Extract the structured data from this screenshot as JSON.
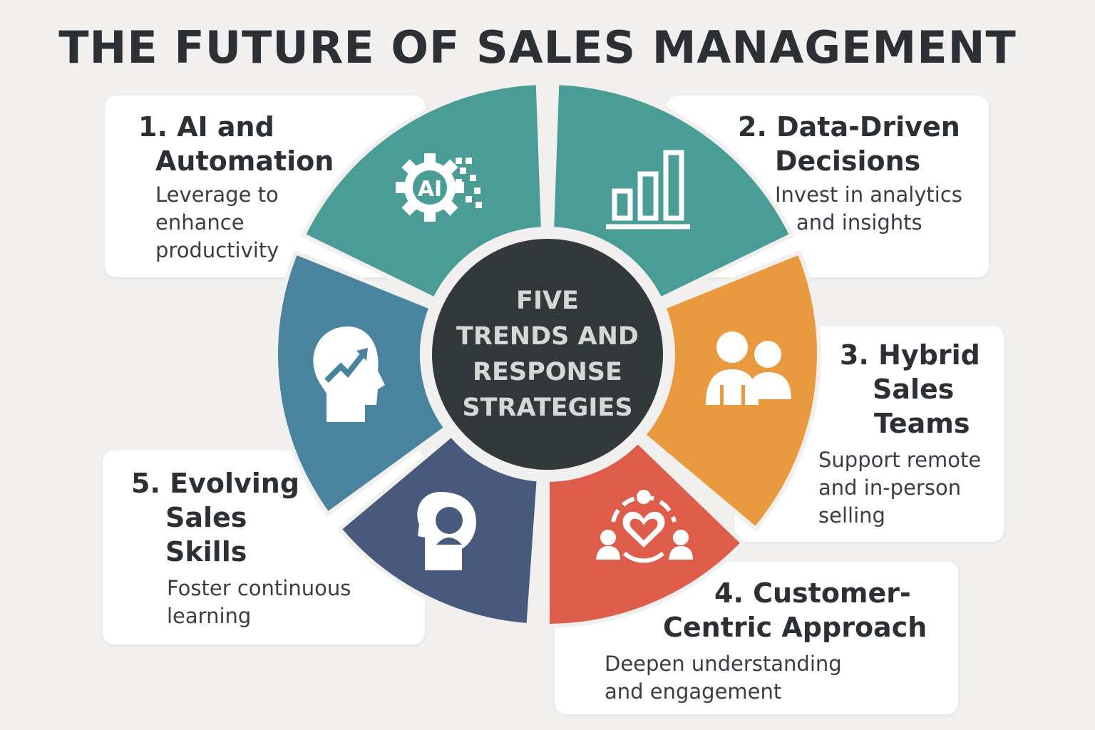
{
  "title": "THE FUTURE OF SALES MANAGEMENT",
  "center": {
    "lines": [
      "FIVE",
      "TRENDS AND",
      "RESPONSE",
      "STRATEGIES"
    ]
  },
  "trends": [
    {
      "title_lines": [
        "1. AI and",
        "Automation"
      ],
      "desc_lines": [
        "Leverage to",
        "enhance",
        "productivity"
      ],
      "icon": "ai-gear-icon",
      "icon_text": "AI",
      "color": "#4a9d96"
    },
    {
      "title_lines": [
        "2. Data-Driven",
        "Decisions"
      ],
      "desc_lines": [
        "Invest in analytics",
        "and insights"
      ],
      "icon": "bar-chart-icon",
      "color": "#4a9d96"
    },
    {
      "title_lines": [
        "3. Hybrid",
        "Sales",
        "Teams"
      ],
      "desc_lines": [
        "Support remote",
        "and in-person",
        "selling"
      ],
      "icon": "team-icon",
      "color": "#e99a3f"
    },
    {
      "title_lines": [
        "4. Customer-",
        "Centric Approach"
      ],
      "desc_lines": [
        "Deepen understanding",
        "and engagement"
      ],
      "icon": "customer-heart-icon",
      "color": "#dd5c4a"
    },
    {
      "title_lines": [
        "5. Evolving",
        "Sales",
        "Skills"
      ],
      "desc_lines": [
        "Foster continuous",
        "learning"
      ],
      "icon": "learning-head-icon",
      "color": "#485a7b"
    }
  ],
  "extra_segment": {
    "icon": "growth-head-icon",
    "color": "#4a839e"
  },
  "colors": {
    "background": "#f1f0ee",
    "hub": "#33393b",
    "hub_text": "#d6d8d6"
  }
}
